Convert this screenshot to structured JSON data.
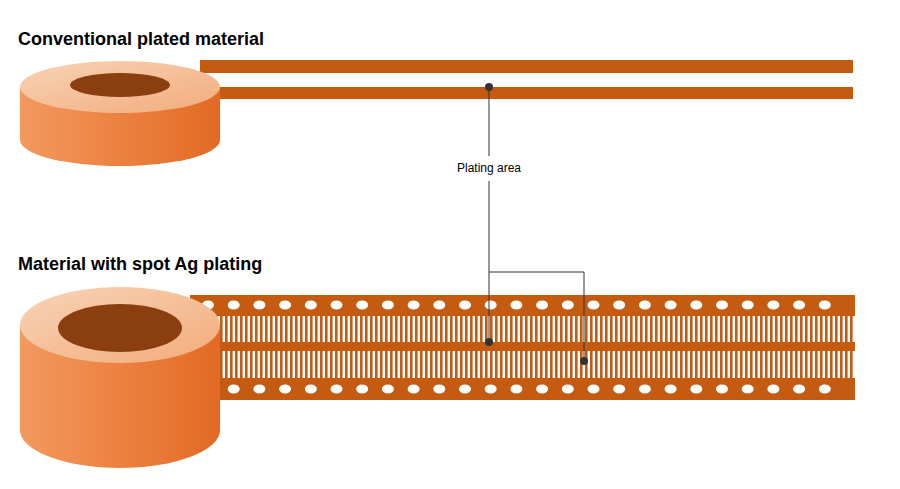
{
  "diagram": {
    "labels": [
      "Conventional plated material",
      "Plating area",
      "Material with spot Ag plating"
    ]
  }
}
